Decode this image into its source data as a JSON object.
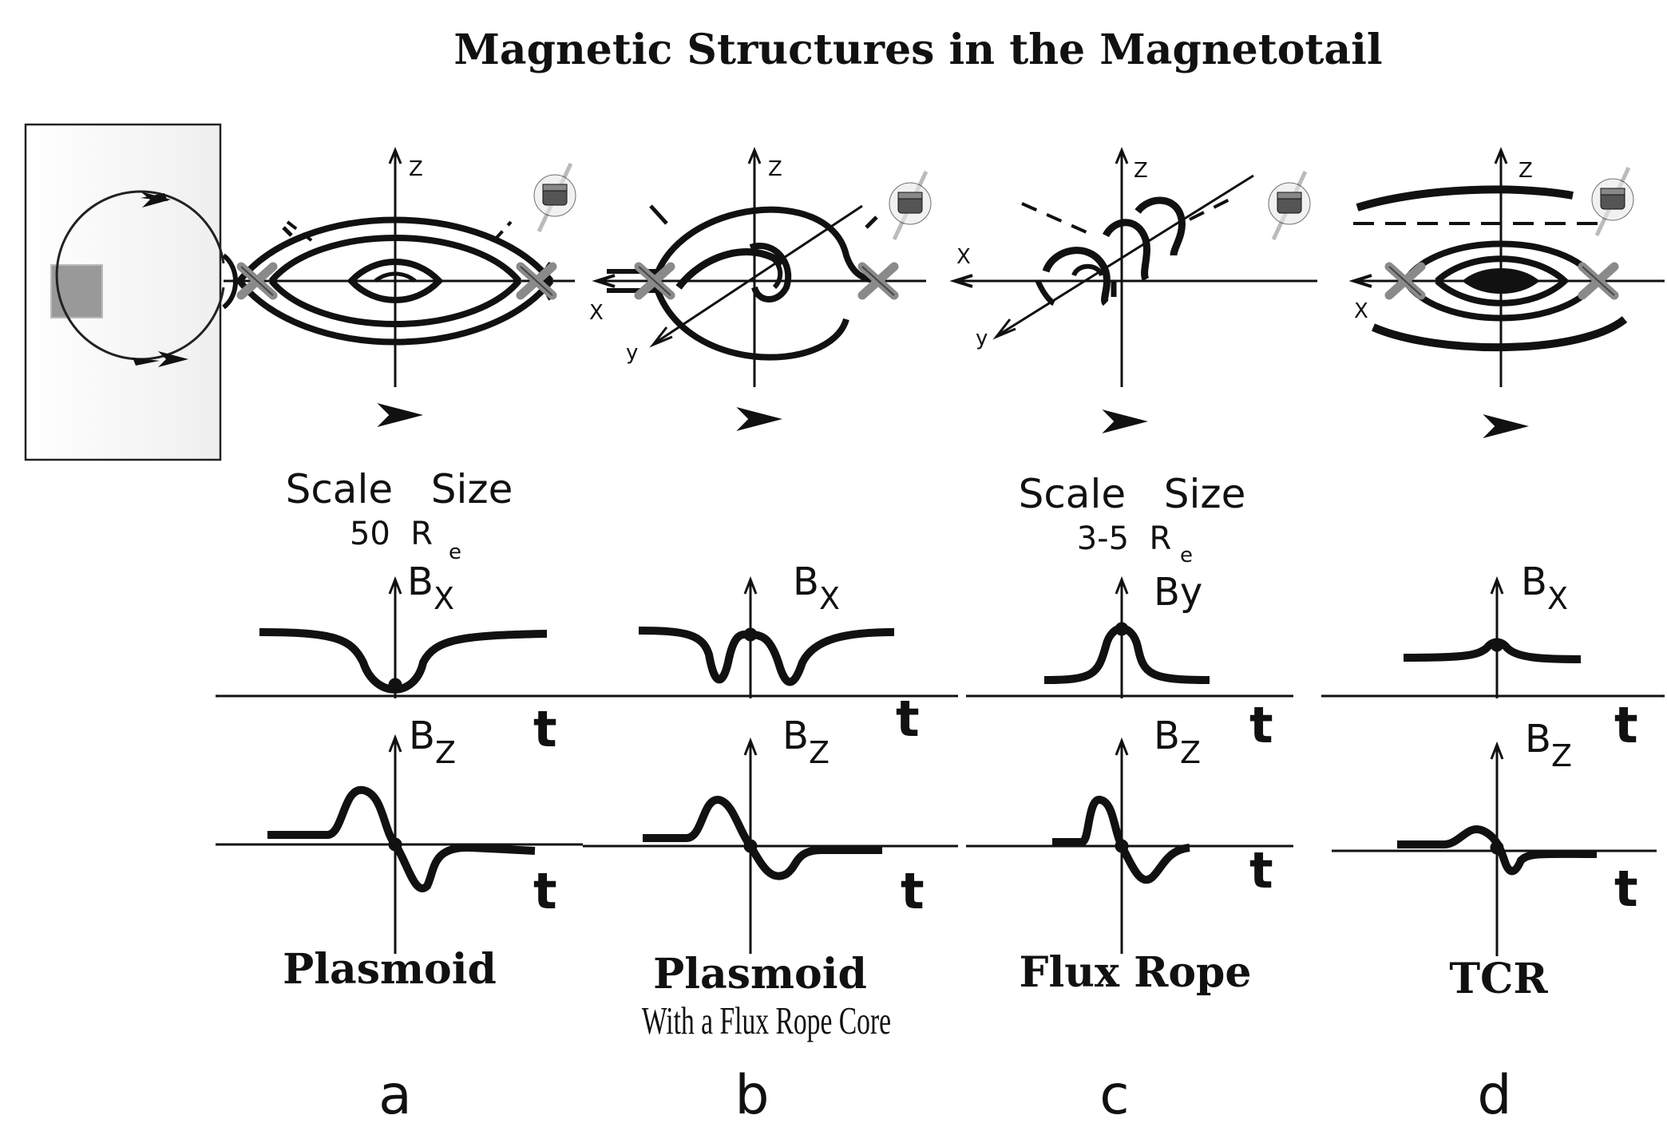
{
  "title": "Magnetic Structures in the Magnetotail",
  "axis_labels": {
    "z": "Z",
    "x": "X",
    "y": "y",
    "t": "t",
    "bx": "B",
    "bx_sub": "X",
    "by": "By",
    "bz": "B",
    "bz_sub": "Z"
  },
  "scale_a": {
    "label": "Scale   Size",
    "value": "50  R",
    "sub": "e"
  },
  "scale_c": {
    "label": "Scale   Size",
    "value": "3-5  R",
    "sub": "e"
  },
  "panels": [
    {
      "name": "Plasmoid",
      "subname": "",
      "letter": "a"
    },
    {
      "name": "Plasmoid",
      "subname": "With a Flux Rope Core",
      "letter": "b"
    },
    {
      "name": "Flux Rope",
      "subname": "",
      "letter": "c"
    },
    {
      "name": "TCR",
      "subname": "",
      "letter": "d"
    }
  ],
  "colors": {
    "ink": "#111111",
    "xmark": "#8a8a8a",
    "earth": "#999999",
    "box_fill": "#f6f6f6"
  }
}
